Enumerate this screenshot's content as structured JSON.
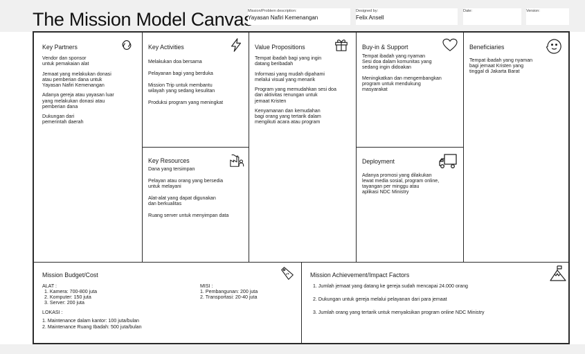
{
  "title": "The Mission Model Canvas",
  "meta": {
    "mission_label": "Mission/Problem description:",
    "mission_value": "Yayasan Nafiri Kemenangan",
    "designed_label": "Designed by:",
    "designed_value": "Felix Ansell",
    "date_label": "Date:",
    "date_value": "",
    "version_label": "Version:",
    "version_value": ""
  },
  "key_partners": {
    "title": "Key Partners",
    "icon": "link-icon",
    "items": [
      "Vendor dan sponsor\nuntuk pemakaian alat",
      "Jemaat yang melakukan donasi\natau pemberian dana untuk\nYayasan Nafiri Kemenangan",
      "Adanya gereja atau yayasan luar\nyang melakukan donasi atau\npemberian dana",
      "Dukungan dari\npemerintah daerah"
    ]
  },
  "key_activities": {
    "title": "Key Activities",
    "icon": "lightning-icon",
    "items": [
      "Melakukan doa bersama",
      "Pelayanan bagi yang berduka",
      "Mission Trip untuk membantu\nwilayah yang sedang kesulitan",
      "Produksi program yang meningkat"
    ]
  },
  "key_resources": {
    "title": "Key Resources",
    "icon": "factory-worker-icon",
    "items": [
      "Dana yang tersimpan",
      "Pelayan atau orang yang bersedia\nuntuk melayani",
      "Alat-alat yang dapat digunakan\ndan berkualitas",
      "Ruang server untuk menyimpan data"
    ]
  },
  "value_propositions": {
    "title": "Value Propositions",
    "icon": "gift-icon",
    "items": [
      "Tempat ibadah bagi yang ingin\ndatang beribadah",
      "Informasi yang mudah dipahami\nmelalui visual yang menarik",
      "Program yang memudahkan sesi doa\ndan aktivitas renungan untuk\njemaat Kristen",
      "Kenyamanan dan kemudahan\nbagi orang yang tertarik dalam\nmengikuti acara atau program"
    ]
  },
  "buy_in_support": {
    "title": "Buy-in & Support",
    "icon": "heart-icon",
    "items": [
      "Tempat ibadah yang nyaman\n Sesi doa dalam komunitas yang\n sedang ingin didoakan",
      "Meningkatkan dan mengembangkan\nprogram untuk mendukung\nmasyarakat"
    ]
  },
  "deployment": {
    "title": "Deployment",
    "icon": "truck-icon",
    "items": [
      "Adanya promosi yang dilakukan\nlewat media sosial, program online,\ntayangan per minggu atau\naplikasi NDC Ministry"
    ]
  },
  "beneficiaries": {
    "title": "Beneficiaries",
    "icon": "smiley-face-icon",
    "items": [
      "Tempat ibadah yang nyaman\nbagi jemaat Kristen yang\ntinggal di Jakarta Barat"
    ]
  },
  "budget": {
    "title": "Mission Budget/Cost",
    "icon": "price-tag-icon",
    "alat_heading": "ALAT :",
    "alat_items": [
      "1. Kamera: 700-800 juta",
      "2. Komputer: 150 juta",
      "3. Server: 200 juta"
    ],
    "lokasi_heading": "LOKASI :",
    "lokasi_items": [
      "1. Maintenance dalam kantor: 100 juta/bulan",
      "2. Maintenance Ruang Ibadah: 500 juta/bulan"
    ],
    "misi_heading": "MISI :",
    "misi_items": [
      "1. Pembangunan: 200 juta",
      "2. Transportasi: 20-40 juta"
    ]
  },
  "achievement": {
    "title": "Mission Achievement/Impact Factors",
    "icon": "mountain-flag-icon",
    "items": [
      "1. Jumlah jemaat yang datang ke gereja sudah mencapai 24.000 orang",
      "2. Dukungan untuk gereja melalui pelayanan dari para jemaat",
      "3. Jumlah orang yang tertarik untuk menyaksikan program online NDC Ministry"
    ]
  }
}
